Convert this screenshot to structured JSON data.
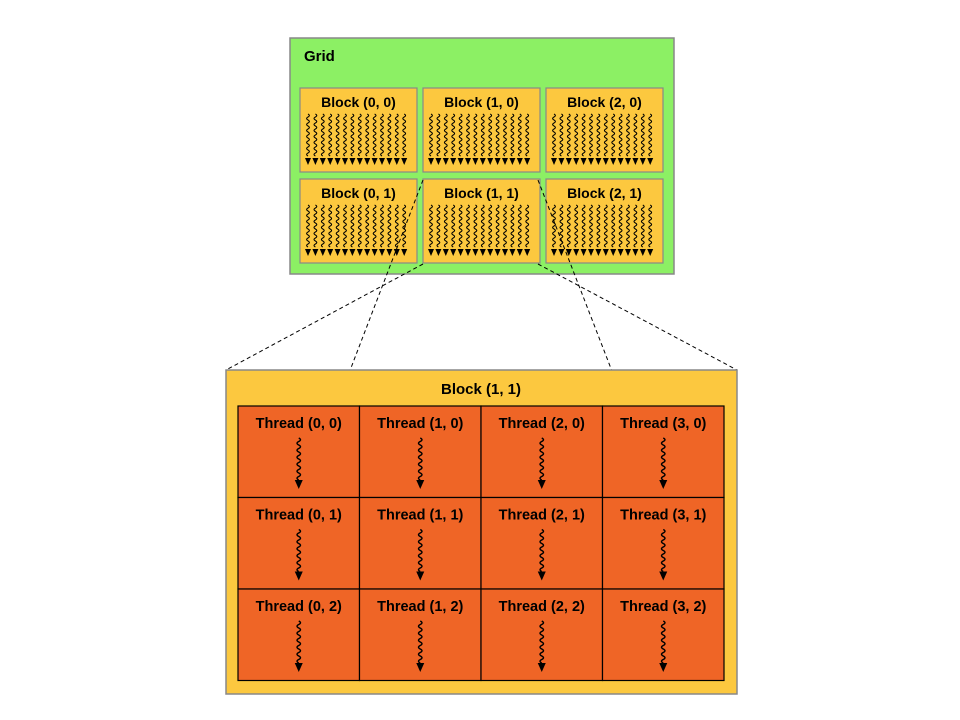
{
  "grid": {
    "title": "Grid",
    "rows": 2,
    "cols": 3,
    "blocks": [
      {
        "label": "Block (0, 0)"
      },
      {
        "label": "Block (1, 0)"
      },
      {
        "label": "Block (2, 0)"
      },
      {
        "label": "Block (0, 1)"
      },
      {
        "label": "Block (1, 1)"
      },
      {
        "label": "Block (2, 1)"
      }
    ]
  },
  "zoom_block": {
    "title": "Block (1, 1)",
    "rows": 3,
    "cols": 4,
    "threads": [
      {
        "label": "Thread (0, 0)"
      },
      {
        "label": "Thread (1, 0)"
      },
      {
        "label": "Thread (2, 0)"
      },
      {
        "label": "Thread (3, 0)"
      },
      {
        "label": "Thread (0, 1)"
      },
      {
        "label": "Thread (1, 1)"
      },
      {
        "label": "Thread (2, 1)"
      },
      {
        "label": "Thread (3, 1)"
      },
      {
        "label": "Thread (0, 2)"
      },
      {
        "label": "Thread (1, 2)"
      },
      {
        "label": "Thread (2, 2)"
      },
      {
        "label": "Thread (3, 2)"
      }
    ]
  },
  "colors": {
    "grid_fill": "#8cf064",
    "block_fill": "#fcc83f",
    "thread_fill": "#ef6526",
    "outline": "#888888",
    "line": "#000000"
  }
}
